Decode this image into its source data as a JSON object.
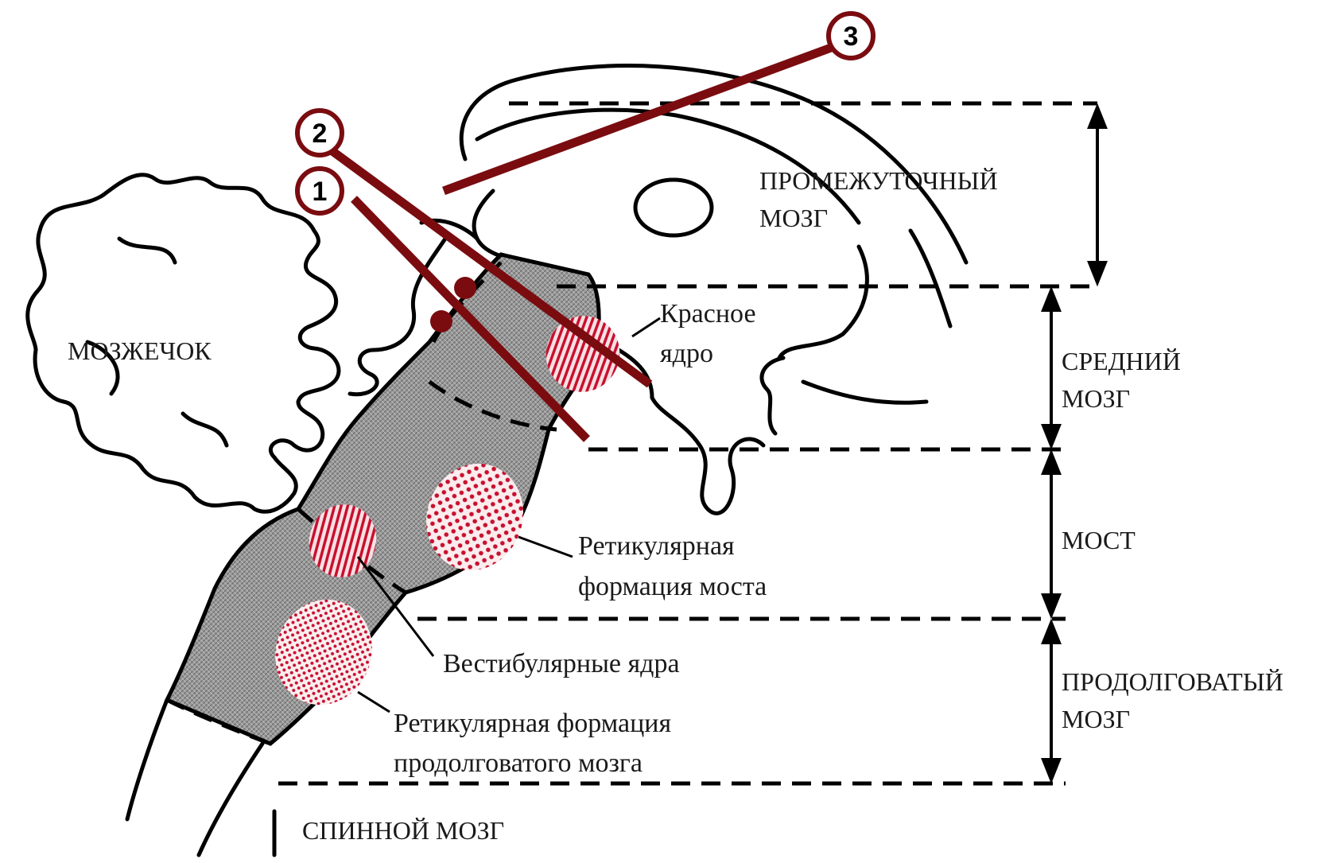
{
  "labels": {
    "cerebellum": "МОЗЖЕЧОК",
    "diencephalon_line1": "ПРОМЕЖУТОЧНЫЙ",
    "diencephalon_line2": "МОЗГ",
    "red_nucleus_line1": "Красное",
    "red_nucleus_line2": "ядро",
    "midbrain_line1": "СРЕДНИЙ",
    "midbrain_line2": "МОЗГ",
    "pons": "МОСТ",
    "pons_rf_line1": "Ретикулярная",
    "pons_rf_line2": "формация моста",
    "vestibular": "Вестибулярные ядра",
    "medulla_rf_line1": "Ретикулярная формация",
    "medulla_rf_line2": "продолговатого мозга",
    "medulla_line1": "ПРОДОЛГОВАТЫЙ",
    "medulla_line2": "МОЗГ",
    "spinal_cord": "СПИННОЙ МОЗГ"
  },
  "markers": {
    "m1": "1",
    "m2": "2",
    "m3": "3"
  },
  "colors": {
    "probe": "#7a0c10",
    "nucleus_red": "#c8102e",
    "brainstem_gray": "#8c8c8c"
  }
}
